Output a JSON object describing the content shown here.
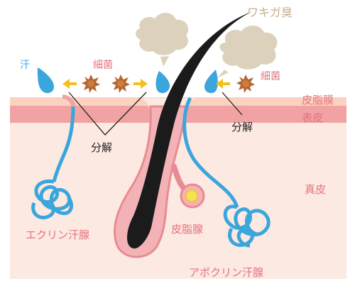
{
  "labels": {
    "wakiga_odor": "ワキガ臭",
    "sweat": "汗",
    "bacteria_left": "細菌",
    "bacteria_right": "細菌",
    "decompose_center": "分解",
    "decompose_right": "分解",
    "sebum_film": "皮脂膜",
    "epidermis": "表皮",
    "dermis": "真皮",
    "eccrine_gland": "エクリン汗腺",
    "sebaceous_gland": "皮脂腺",
    "apocrine_gland": "アポクリン汗腺"
  },
  "colors": {
    "label_pink": "#e5727d",
    "label_beige": "#c8ad8b",
    "sweat_blue": "#3aa6dc",
    "bacteria_brown": "#b4662e",
    "arrow_yellow": "#f3c020",
    "cloud": "#dcd2bc",
    "sebum_layer": "#fbd2bf",
    "epidermis_layer": "#f1a3a3",
    "dermis_layer": "#fce9e2",
    "hair": "#1b1b1b"
  },
  "icons": [
    "odor-cloud-icon",
    "sweat-drop-icon",
    "bacteria-icon",
    "arrow-icon"
  ]
}
